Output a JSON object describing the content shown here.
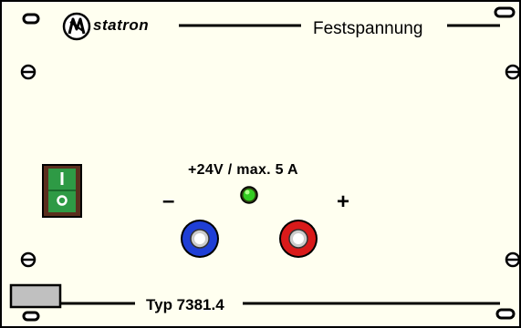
{
  "panel": {
    "brand": "statron",
    "title": "Festspannung",
    "output_spec": "+24V / max. 5 A",
    "minus_label": "–",
    "plus_label": "+",
    "model": "Typ 7381.4"
  },
  "switch": {
    "on_symbol": "I",
    "off_symbol": "O",
    "color": "#2e9a45"
  },
  "indicator": {
    "name": "status-led",
    "color": "#33cc22"
  },
  "terminals": {
    "negative": {
      "icon": "banana-socket-icon",
      "color": "#1f3fd6"
    },
    "positive": {
      "icon": "banana-socket-icon",
      "color": "#d91a1a"
    }
  },
  "colors": {
    "panel_face": "#fffff0",
    "outline": "#000000",
    "label_plate": "#c0c0c0"
  }
}
